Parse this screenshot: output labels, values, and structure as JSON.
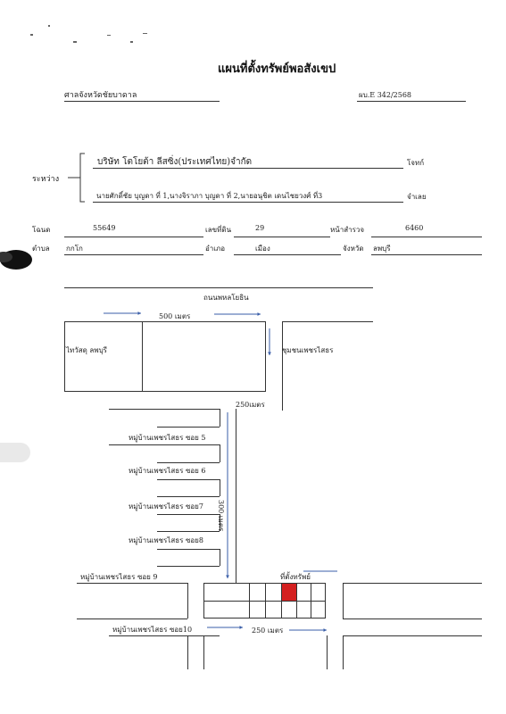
{
  "header": {
    "title": "แผนที่ตั้งทรัพย์พอสังเขป",
    "court": "ศาลจังหวัดชัยบาดาล",
    "case_no": "ผบ.E 342/2568"
  },
  "parties": {
    "label_between": "ระหว่าง",
    "plaintiff": "บริษัท โตโยต้า ลีสซิ่ง(ประเทศไทย)จำกัด",
    "plaintiff_role": "โจทก์",
    "defendants": "นายศักดิ์ชัย บุญดา ที่ 1,นางจิราภา บุญดา ที่ 2,นายอนุชิต เดนไชยวงศ์ ที่3",
    "defendant_role": "จำเลย"
  },
  "deed": {
    "deed_label": "โฉนด",
    "deed_no": "55649",
    "land_no_label": "เลขที่ดิน",
    "land_no": "29",
    "survey_page_label": "หน้าสำรวจ",
    "survey_page": "6460",
    "subdistrict_label": "ตำบล",
    "subdistrict": "กกโก",
    "district_label": "อำเภอ",
    "district": "เมือง",
    "province_label": "จังหวัด",
    "province": "ลพบุรี"
  },
  "map": {
    "road_name": "ถนนพหลโยธิน",
    "dist_top": "500 เมตร",
    "landmark_left": "ไทวัสดุ ลพบุรี",
    "community": "ชุมชนเพชรไสธร",
    "dist_250_vertical": "250เมตร",
    "soi_5": "หมู่บ้านเพชรไสธร ซอย 5",
    "soi_6": "หมู่บ้านเพชรไสธร ซอย 6",
    "soi_7": "หมู่บ้านเพชรไสธร ซอย7",
    "soi_8": "หมู่บ้านเพชรไสธร ซอย8",
    "soi_9": "หมู่บ้านเพชรไสธร ซอย 9",
    "soi_10": "หมู่บ้านเพชรไสธร ซอย10",
    "dist_300": "300 เมตร",
    "dist_250_bottom": "250 เมตร",
    "property_label": "ที่ตั้งทรัพย์",
    "arrow_color": "#3a5ea8",
    "property_color": "#d42020"
  }
}
